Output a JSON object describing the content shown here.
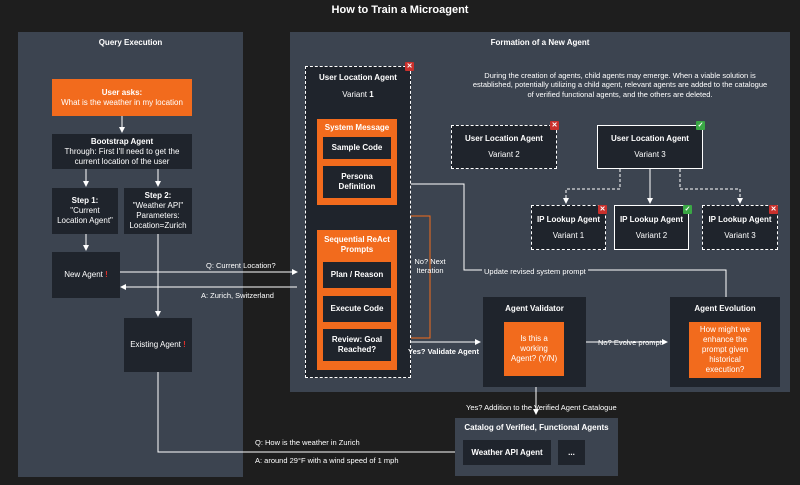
{
  "title": "How to Train a Microagent",
  "query_execution": {
    "title": "Query Execution",
    "user_asks_title": "User asks:",
    "user_asks_text": "What is the weather in my location",
    "bootstrap_title": "Bootstrap Agent",
    "bootstrap_text": "Through: First I'll need to get the current location of the user",
    "step1_title": "Step 1:",
    "step1_text": "\"Current Location Agent\"",
    "step2_title": "Step 2:",
    "step2_text": "\"Weather API\" Parameters: Location=Zurich",
    "new_agent": "New Agent",
    "existing_agent": "Existing Agent",
    "exclaim": "!"
  },
  "formation": {
    "title": "Formation of a New Agent",
    "note": "During the creation of agents, child agents may emerge. When a viable solution is established, potentially utilizing a child agent, relevant agents are added to the catalogue of verified functional agents, and the others are deleted.",
    "ula_v1_title": "User Location Agent",
    "ula_v1_variant_prefix": "Variant",
    "ula_v1_variant_num": "1",
    "system_message": "System Message",
    "sample_code": "Sample Code",
    "persona_definition": "Persona Definition",
    "sequential_react": "Sequential ReAct Prompts",
    "plan_reason": "Plan / Reason",
    "execute_code": "Execute Code",
    "review_goal": "Review: Goal Reached?",
    "ula_v2_title": "User Location Agent",
    "ula_v2_variant": "Variant 2",
    "ula_v3_title": "User Location Agent",
    "ula_v3_variant": "Variant 3",
    "ip1_title": "IP Lookup Agent",
    "ip1_variant": "Variant 1",
    "ip2_title": "IP Lookup Agent",
    "ip2_variant": "Variant 2",
    "ip3_title": "IP Lookup Agent",
    "ip3_variant": "Variant 3",
    "validator_title": "Agent Validator",
    "validator_text": "Is this a working Agent? (Y/N)",
    "evolution_title": "Agent Evolution",
    "evolution_text": "How might we enhance the prompt given historical execution?"
  },
  "edge_labels": {
    "current_location_q": "Q: Current Location?",
    "zurich_a": "A: Zurich, Switzerland",
    "no_next_iteration": "No? Next Iteration",
    "yes_validate": "Yes? Validate Agent",
    "no_evolve": "No? Evolve prompt",
    "update_prompt": "Update revised system prompt",
    "yes_addition": "Yes? Addition to the Verified Agent Catalogue",
    "weather_q": "Q: How is the weather in Zurich",
    "weather_a": "A: around 29°F with a wind speed of 1 mph"
  },
  "catalog": {
    "title": "Catalog of Verified, Functional Agents",
    "weather_api_agent": "Weather API Agent",
    "ellipsis": "..."
  },
  "colors": {
    "background": "#1e1e1e",
    "panel": "#3c4450",
    "dark_box": "#1f242c",
    "orange": "#f26b1d",
    "red_mark": "#c9302c",
    "green_mark": "#3aa845"
  }
}
